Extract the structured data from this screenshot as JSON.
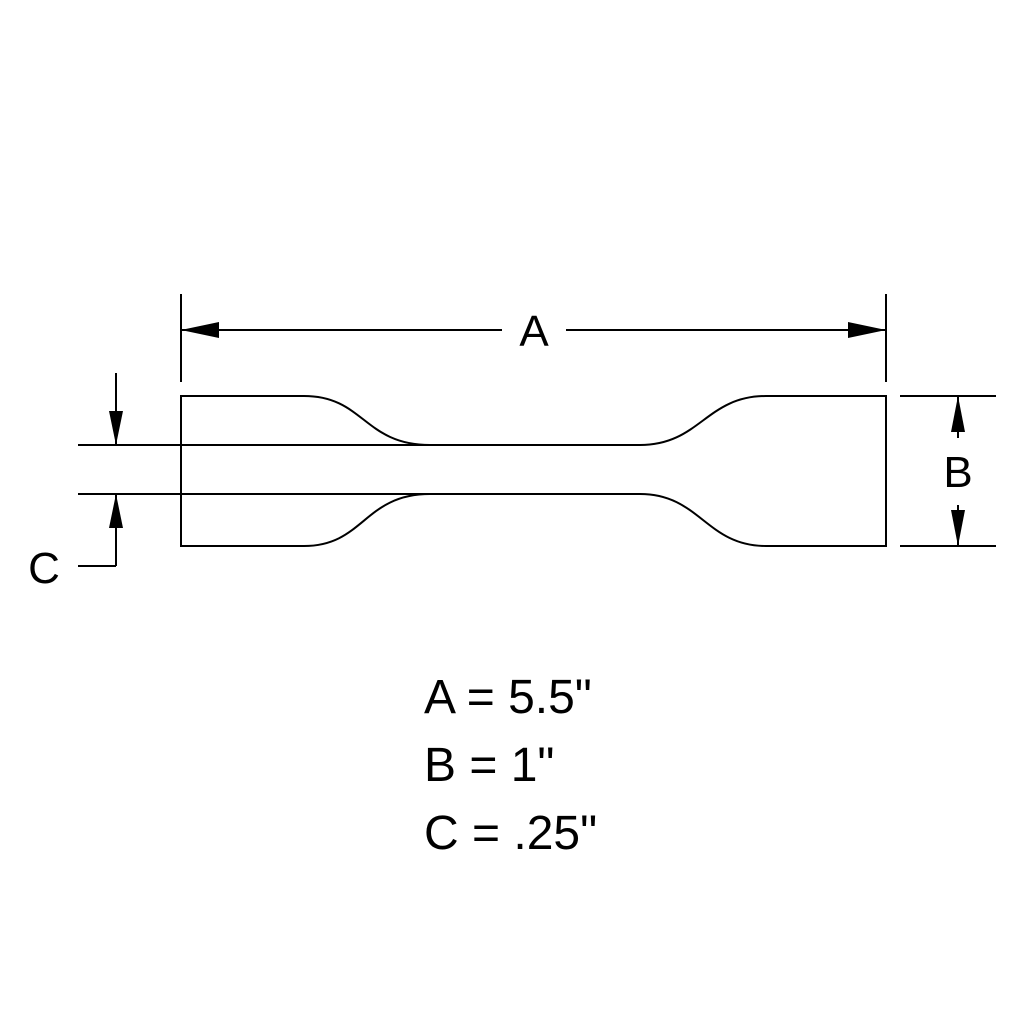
{
  "dimensions": {
    "a": {
      "letter": "A",
      "equation": "A = 5.5\""
    },
    "b": {
      "letter": "B",
      "equation": "B = 1\""
    },
    "c": {
      "letter": "C",
      "equation": "C = .25\""
    }
  }
}
